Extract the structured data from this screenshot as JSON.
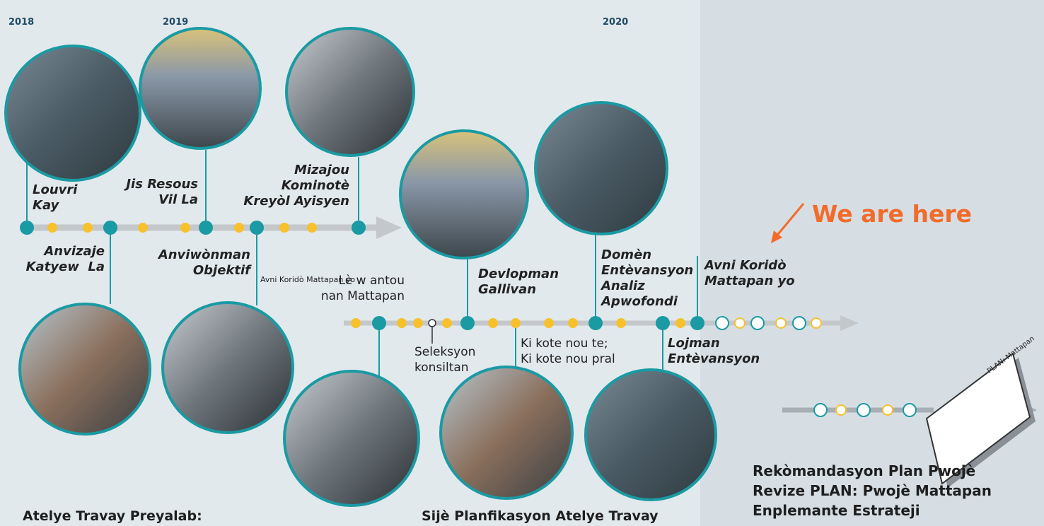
{
  "years": [
    "2018",
    "2019",
    "2020"
  ],
  "timeline_top": {
    "labels": {
      "louvri_kay": "Louvri\nKay",
      "jis_resous": "Jis Resous\nVil La",
      "mizajou": "Mizajou\nKominotè\nKreyòl Ayisyen",
      "anvizaje": "Anvizaje\nKatyew  La",
      "anviwonman": "Anviwònman\nObjektif"
    }
  },
  "timeline_bottom": {
    "labels": {
      "le_w_antou": "Lè w antou\nnan Mattapan",
      "seleksyon": "Seleksyon\nkonsiltan",
      "devlopman": "Devlopman\nGallivan",
      "ki_kote": "Ki kote nou te;\nKi kote nou pral",
      "domen": "Domèn\nEntèvansyon\nAnaliz\nApwofondi",
      "lojman": "Lojman\nEntèvansyon",
      "avni_korido": "Avni Koridò\nMattapan yo",
      "avni_small": "Avni Koridò Mattapan yo"
    }
  },
  "we_are_here": "We are here",
  "captions": {
    "atelye_preyalab": "Atelye Travay Preyalab:",
    "sije_planfikasyon": "Sijè Planfikasyon Atelye Travay",
    "recommendations": "Rekòmandasyon Plan Pwojè\nRevize PLAN: Pwojè Mattapan\nEnplemante Estrateji"
  },
  "document_label": "PLAN: Mattapan",
  "colors": {
    "teal": "#1a9aa3",
    "yellow": "#f6c12c",
    "line": "#c4c8cb",
    "orange": "#f26b2b",
    "panel_left": "#e2e9ec",
    "panel_right": "#d6dee3"
  }
}
